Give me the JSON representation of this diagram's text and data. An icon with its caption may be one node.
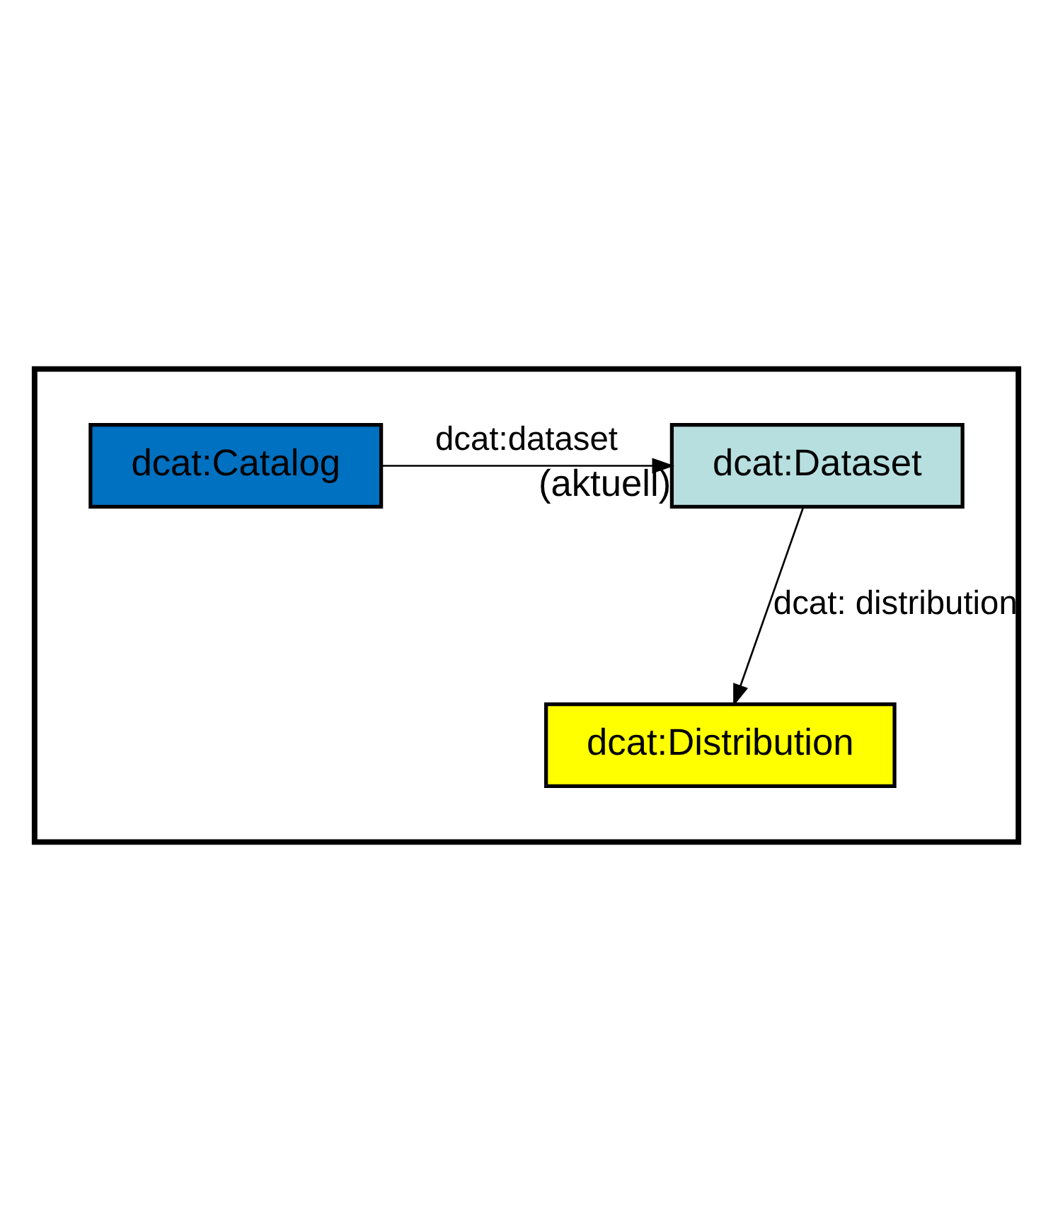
{
  "diagram": {
    "nodes": [
      {
        "text": [],
        "shape": "box"
      },
      {
        "text": [
          "dcat:Dataset"
        ],
        "in": 0,
        "beside": [
          "(aktuell)"
        ]
      },
      {
        "text": [
          "dcat:Catalog"
        ],
        "in": 0
      },
      {
        "text": [
          "dcat:Distribution"
        ],
        "in": 0
      }
    ],
    "edges": [
      {
        "from": 2,
        "to": 1,
        "arrow": "to",
        "label": "dcat:dataset"
      },
      {
        "from": 1,
        "to": 3,
        "arrow": "to",
        "label": "dcat: distribution"
      }
    ]
  }
}
